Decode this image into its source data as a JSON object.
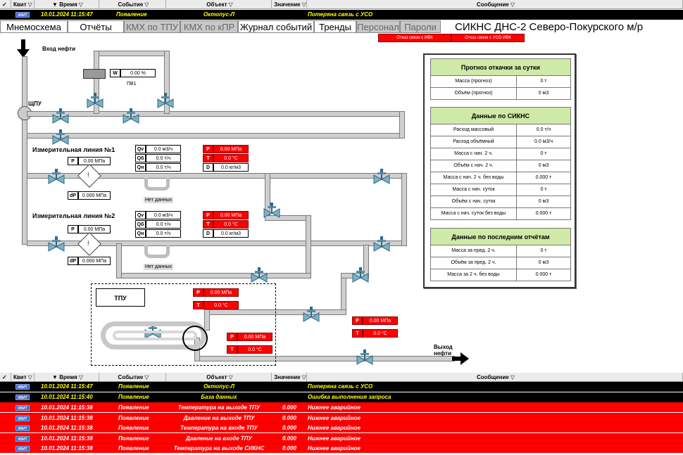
{
  "alarm_header": {
    "check": "✓",
    "kvit": "Квит",
    "time": "Время",
    "event": "Событие",
    "object": "Объект",
    "value": "Значение",
    "message": "Сообщение",
    "filter": "▽",
    "sort": "▼"
  },
  "top_alarm": {
    "kvit": "КВИТ",
    "time": "10.01.2024 11:15:47",
    "event": "Появление",
    "object": "Октопус-Л",
    "value": "",
    "message": "Потеряна связь с УСО"
  },
  "nav": {
    "tabs": [
      "Мнемосхема",
      "Отчёты",
      "КМХ по ТПУ",
      "КМХ по кПР",
      "Журнал событий",
      "Тренды",
      "Персонал",
      "Пароли"
    ],
    "title": "СИКНС ДНС-2 Северо-Покурского м/р",
    "alarm_buttons": [
      "Отказ связи с ИВК",
      "Отказ связи с УСО ИВК"
    ]
  },
  "scheme": {
    "inlet": "Вход нефти",
    "outlet": "Выход нефти",
    "shchpu": "ЩПУ",
    "pv1": {
      "label": "W",
      "value": "0.00 %",
      "name": "ПВ1"
    },
    "line1": {
      "title": "Измерительная линия №1",
      "p_label": "P",
      "p": "0.00 МПа",
      "dp_label": "dP",
      "dp": "0.000 МПа",
      "qv_label": "Qv",
      "qv": "0.0 м3/ч",
      "qb_label": "Qб",
      "qb": "0.0 т/ч",
      "qn_label": "Qн",
      "qn": "0.0 т/ч",
      "rp_label": "P",
      "rp": "0.00 МПа",
      "rt_label": "T",
      "rt": "0.0 °С",
      "d_label": "D",
      "d": "0.0 кг/м3",
      "nodata": "Нет данных"
    },
    "line2": {
      "title": "Измерительная линия №2",
      "p_label": "P",
      "p": "0.00 МПа",
      "dp_label": "dP",
      "dp": "0.000 МПа",
      "qv_label": "Qv",
      "qv": "0.0 м3/ч",
      "qb_label": "Qб",
      "qb": "0.0 т/ч",
      "qn_label": "Qн",
      "qn": "0.0 т/ч",
      "rp_label": "P",
      "rp": "0.00 МПа",
      "rt_label": "T",
      "rt": "0.0 °С",
      "d_label": "D",
      "d": "0.0 кг/м3",
      "nodata": "Нет данных"
    },
    "tpu": {
      "title": "ТПУ",
      "p_label": "P",
      "p": "0.00 МПа",
      "t_label": "T",
      "t": "0.0 °С",
      "p2_label": "P",
      "p2": "0.00 МПа",
      "t2_label": "T",
      "t2": "0.0 °С"
    },
    "outlet_sensors": {
      "p_label": "P",
      "p": "0.00 МПа",
      "t_label": "T",
      "t": "0.0 °С"
    },
    "diamond_symbol": "!"
  },
  "panel": {
    "forecast": {
      "title": "Прогноз откачки за сутки",
      "rows": [
        {
          "label": "Масса (прогноз)",
          "value": "0 т"
        },
        {
          "label": "Объём (прогноз)",
          "value": "0 м3"
        }
      ]
    },
    "siknc": {
      "title": "Данные по СИКНС",
      "rows": [
        {
          "label": "Расход массовый",
          "value": "0.0 т/ч"
        },
        {
          "label": "Расход объёмный",
          "value": "0.0 м3/ч"
        },
        {
          "label": "Масса с нач. 2 ч.",
          "value": "0 т"
        },
        {
          "label": "Объём с нач. 2 ч.",
          "value": "0 м3"
        },
        {
          "label": "Масса с нач. 2 ч. без воды",
          "value": "0.000 т"
        },
        {
          "label": "Масса с нач. суток",
          "value": "0 т"
        },
        {
          "label": "Объём с нач. суток",
          "value": "0 м3"
        },
        {
          "label": "Масса с нач. суток без воды",
          "value": "0.000 т"
        }
      ]
    },
    "reports": {
      "title": "Данные по последним отчётам",
      "rows": [
        {
          "label": "Масса за пред. 2 ч.",
          "value": "0 т"
        },
        {
          "label": "Объём за пред. 2 ч.",
          "value": "0 м3"
        },
        {
          "label": "Масса за 2 ч. без воды",
          "value": "0.000 т"
        }
      ]
    }
  },
  "alarm_list": [
    {
      "style": "black",
      "kvit": "КВИТ",
      "time": "10.01.2024 11:15:47",
      "event": "Появление",
      "object": "Октопус-Л",
      "value": "",
      "message": "Потеряна связь с УСО"
    },
    {
      "style": "black",
      "kvit": "КВИТ",
      "time": "10.01.2024 11:15:40",
      "event": "Появление",
      "object": "База данных",
      "value": "",
      "message": "Ошибка выполнения запроса"
    },
    {
      "style": "red",
      "kvit": "КВИТ",
      "time": "10.01.2024 11:15:38",
      "event": "Появление",
      "object": "Температура на выходе ТПУ",
      "value": "0.000",
      "message": "Нижнее аварийное"
    },
    {
      "style": "red",
      "kvit": "КВИТ",
      "time": "10.01.2024 11:15:38",
      "event": "Появление",
      "object": "Давление на выходе ТПУ",
      "value": "0.000",
      "message": "Нижнее аварийное"
    },
    {
      "style": "red",
      "kvit": "КВИТ",
      "time": "10.01.2024 11:15:38",
      "event": "Появление",
      "object": "Температура на входе ТПУ",
      "value": "0.000",
      "message": "Нижнее аварийное"
    },
    {
      "style": "red",
      "kvit": "КВИТ",
      "time": "10.01.2024 11:15:38",
      "event": "Появление",
      "object": "Давление на входе ТПУ",
      "value": "0.000",
      "message": "Нижнее аварийное"
    },
    {
      "style": "red",
      "kvit": "КВИТ",
      "time": "10.01.2024 11:15:38",
      "event": "Появление",
      "object": "Температура на выходе СИКНС",
      "value": "0.000",
      "message": "Нижнее аварийное"
    }
  ],
  "colors": {
    "alarm_red": "#ff0000",
    "alarm_black": "#000000",
    "alarm_text": "#ffff00",
    "panel_header": "#cfe9a6",
    "pipe": "#cfcfcf",
    "kvit_blue": "#3c63c8"
  }
}
